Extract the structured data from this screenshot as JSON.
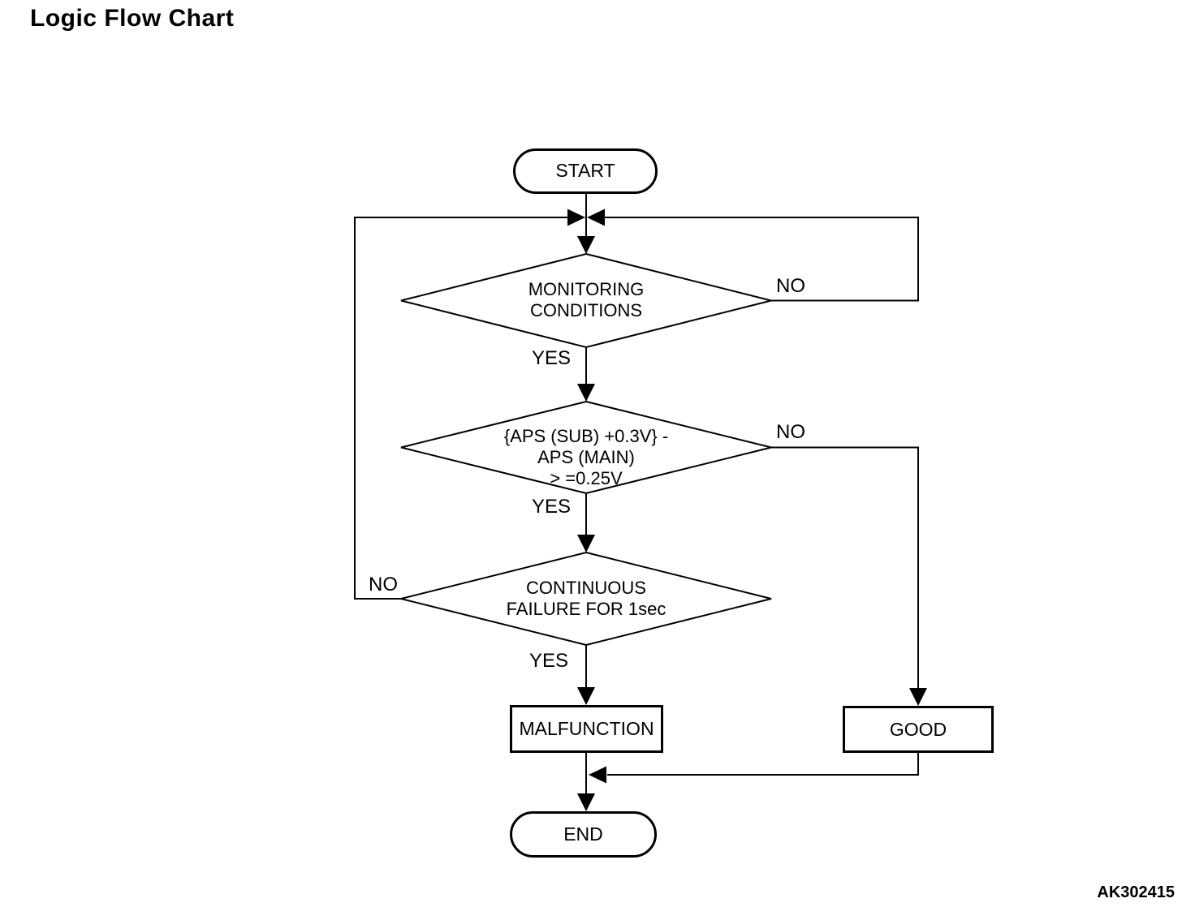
{
  "page": {
    "title": "Logic Flow Chart",
    "figure_code": "AK302415"
  },
  "colors": {
    "line": "#000000",
    "background": "#ffffff",
    "text": "#000000"
  },
  "flowchart": {
    "start": {
      "label": "START"
    },
    "decision_monitoring": {
      "line1": "MONITORING",
      "line2": "CONDITIONS",
      "yes_label": "YES",
      "no_label": "NO"
    },
    "decision_aps_compare": {
      "line1": "{APS (SUB) +0.3V} -",
      "line2": "APS (MAIN)",
      "line3": "> =0.25V",
      "yes_label": "YES",
      "no_label": "NO"
    },
    "decision_continuous_failure": {
      "line1": "CONTINUOUS",
      "line2": "FAILURE FOR 1sec",
      "yes_label": "YES",
      "no_label": "NO"
    },
    "malfunction": {
      "label": "MALFUNCTION"
    },
    "good": {
      "label": "GOOD"
    },
    "end": {
      "label": "END"
    }
  }
}
